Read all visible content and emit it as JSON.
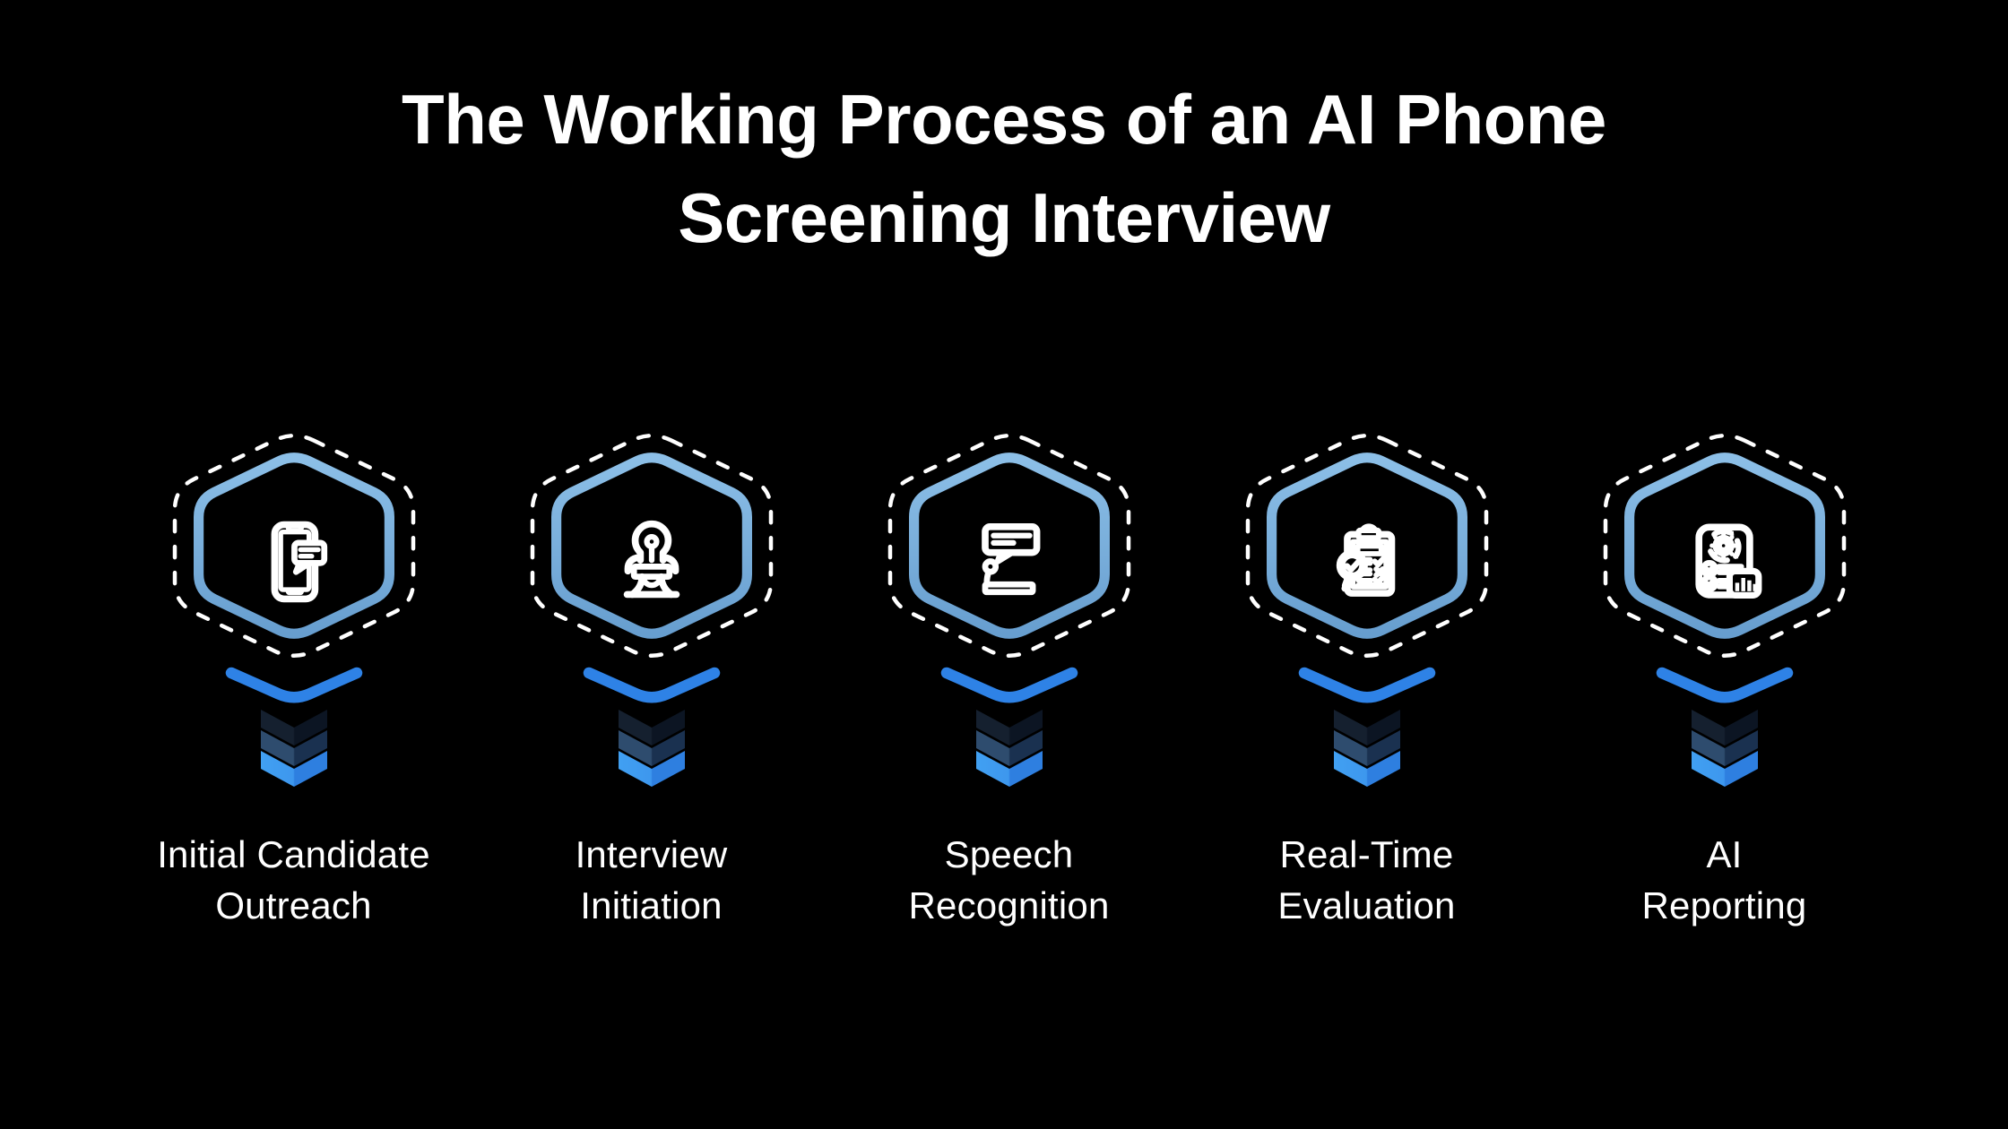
{
  "page": {
    "background": "#000000"
  },
  "title": {
    "full": "The Working Process of an AI Phone Screening Interview",
    "lines": [
      "The Working Process of an AI Phone",
      "Screening Interview"
    ],
    "color": "#ffffff"
  },
  "colors": {
    "hexagon_stroke_top": "#8cbfe7",
    "hexagon_stroke_bottom": "#679ecf",
    "dashed_outline": "#ffffff",
    "swoosh_accent": "#2e82e6",
    "chevron_shadow_left": "#15202f",
    "chevron_shadow_right": "#0c1523",
    "chevron_navy_left": "#2e4c6e",
    "chevron_navy_right": "#1a3150",
    "chevron_blue_left": "#41a0f2",
    "chevron_blue_right": "#2e7fe0",
    "icon_stroke": "#ffffff",
    "label_color": "#ffffff"
  },
  "steps": [
    {
      "icon": "phone-chat-icon",
      "label_lines": [
        "Initial Candidate",
        "Outreach"
      ]
    },
    {
      "icon": "ai-interviewer-icon",
      "label_lines": [
        "Interview",
        "Initiation"
      ]
    },
    {
      "icon": "speech-bubble-mic-icon",
      "label_lines": [
        "Speech",
        "Recognition"
      ]
    },
    {
      "icon": "clipboard-checklist-icon",
      "label_lines": [
        "Real-Time",
        "Evaluation"
      ]
    },
    {
      "icon": "report-chart-icon",
      "label_lines": [
        "AI",
        "Reporting"
      ]
    }
  ]
}
